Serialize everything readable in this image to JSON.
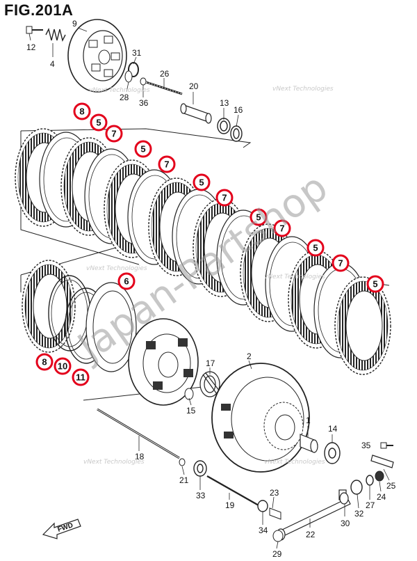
{
  "figure_title": "FIG.201A",
  "watermark_text": "Japan-Partshop",
  "vendor_watermark": "vNext Technologies",
  "fwd_label": "FWD",
  "callout_color": "#e3001b",
  "part_labels": [
    {
      "id": "12",
      "text": "12"
    },
    {
      "id": "9",
      "text": "9"
    },
    {
      "id": "4",
      "text": "4"
    },
    {
      "id": "31",
      "text": "31"
    },
    {
      "id": "26",
      "text": "26"
    },
    {
      "id": "28",
      "text": "28"
    },
    {
      "id": "36",
      "text": "36"
    },
    {
      "id": "20",
      "text": "20"
    },
    {
      "id": "13",
      "text": "13"
    },
    {
      "id": "16",
      "text": "16"
    },
    {
      "id": "2",
      "text": "2"
    },
    {
      "id": "17",
      "text": "17"
    },
    {
      "id": "15",
      "text": "15"
    },
    {
      "id": "1",
      "text": "1"
    },
    {
      "id": "14",
      "text": "14"
    },
    {
      "id": "35",
      "text": "35"
    },
    {
      "id": "18",
      "text": "18"
    },
    {
      "id": "21",
      "text": "21"
    },
    {
      "id": "33",
      "text": "33"
    },
    {
      "id": "19",
      "text": "19"
    },
    {
      "id": "23",
      "text": "23"
    },
    {
      "id": "34",
      "text": "34"
    },
    {
      "id": "29",
      "text": "29"
    },
    {
      "id": "22",
      "text": "22"
    },
    {
      "id": "30",
      "text": "30"
    },
    {
      "id": "32",
      "text": "32"
    },
    {
      "id": "27",
      "text": "27"
    },
    {
      "id": "24",
      "text": "24"
    },
    {
      "id": "25",
      "text": "25"
    }
  ],
  "callouts": [
    {
      "text": "8"
    },
    {
      "text": "5"
    },
    {
      "text": "7"
    },
    {
      "text": "5"
    },
    {
      "text": "7"
    },
    {
      "text": "5"
    },
    {
      "text": "7"
    },
    {
      "text": "5"
    },
    {
      "text": "7"
    },
    {
      "text": "5"
    },
    {
      "text": "7"
    },
    {
      "text": "5"
    },
    {
      "text": "6"
    },
    {
      "text": "8"
    },
    {
      "text": "10"
    },
    {
      "text": "11"
    }
  ]
}
